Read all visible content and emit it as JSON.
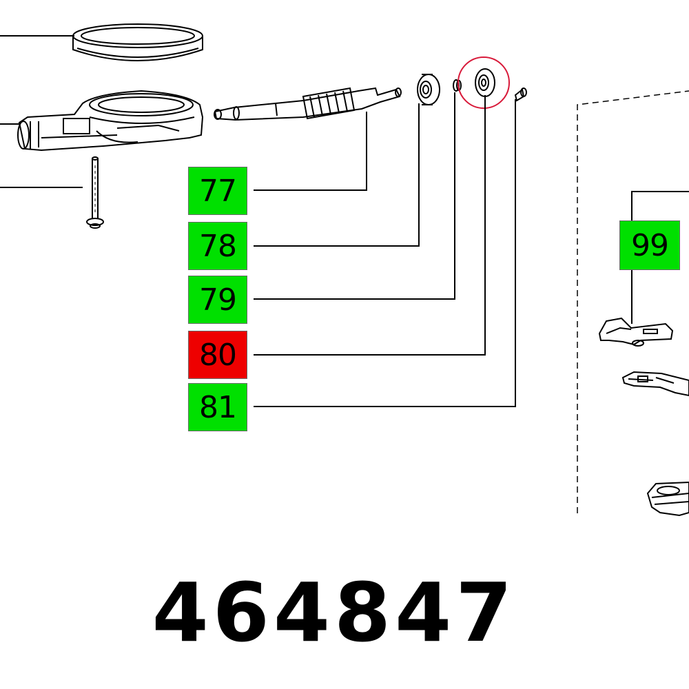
{
  "labels": {
    "l77": {
      "text": "77",
      "color": "#00e000"
    },
    "l78": {
      "text": "78",
      "color": "#00e000"
    },
    "l79": {
      "text": "79",
      "color": "#00e000"
    },
    "l80": {
      "text": "80",
      "color": "#ee0000"
    },
    "l81": {
      "text": "81",
      "color": "#00e000"
    },
    "l99": {
      "text": "99",
      "color": "#00e000"
    }
  },
  "part_number": "464847",
  "highlight_color": "#d81a3a",
  "line_color": "#000000"
}
